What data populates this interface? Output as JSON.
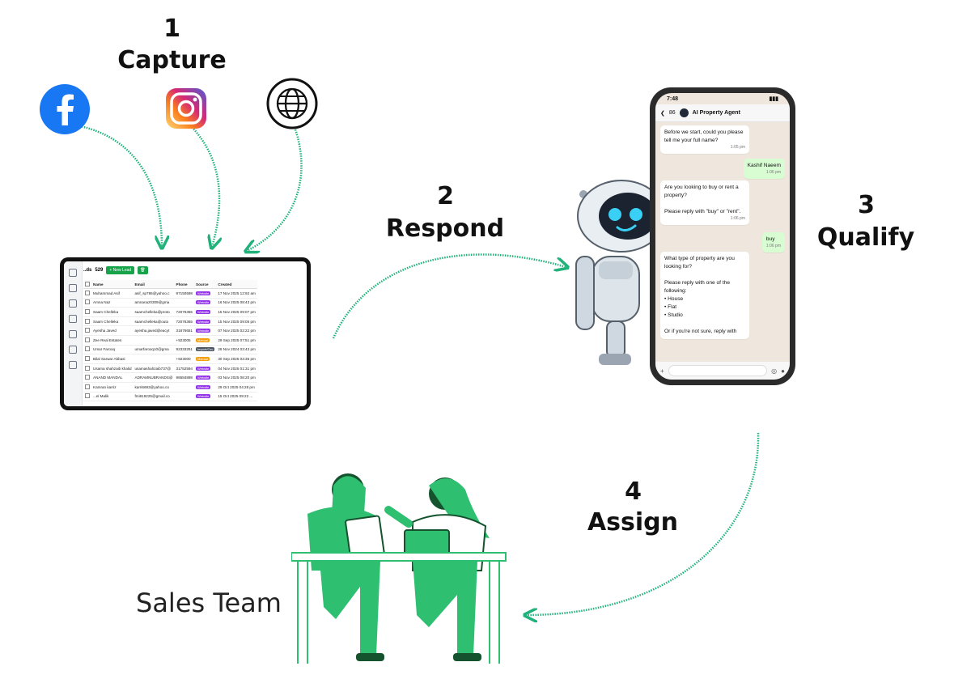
{
  "steps": [
    {
      "number": "1",
      "label": "Capture"
    },
    {
      "number": "2",
      "label": "Respond"
    },
    {
      "number": "3",
      "label": "Qualify"
    },
    {
      "number": "4",
      "label": "Assign"
    }
  ],
  "sources": [
    "facebook-icon",
    "instagram-icon",
    "globe-icon"
  ],
  "colors": {
    "arrow": "#20b27a",
    "team": "#2fbf71",
    "team_dark": "#14532d"
  },
  "crm": {
    "title": "..ds",
    "count": "529",
    "new_lead_button": "+ New Lead",
    "columns": [
      "Name",
      "Email",
      "Phone",
      "Source",
      "Created"
    ],
    "rows": [
      {
        "name": "Muhammad Asif",
        "email": "asif_sp786@yahoo.c",
        "phone": "97150598",
        "source": "Website",
        "created": "17 Nov 2025 12:92 am"
      },
      {
        "name": "Amna Naz",
        "email": "amnanaz0309@gma",
        "phone": "",
        "source": "Website",
        "created": "16 Nov 2025 08:43 pm"
      },
      {
        "name": "Saam Chelleka",
        "email": "saamchelleka@proto",
        "phone": "72076365",
        "source": "Website",
        "created": "15 Nov 2025 09:07 pm"
      },
      {
        "name": "Saam Chelleka",
        "email": "saamchelleka@outo",
        "phone": "72076365",
        "source": "Website",
        "created": "15 Nov 2025 09:05 pm"
      },
      {
        "name": "Ayesha Javed",
        "email": "ayesha.javed@eacyt",
        "phone": "31876651",
        "source": "Website",
        "created": "07 Nov 2025 02:22 pm"
      },
      {
        "name": "Zee Real Estates",
        "email": "",
        "phone": "+923005",
        "source": "Manual",
        "created": "29 Sep 2025 07:51 pm"
      },
      {
        "name": "Umar Farooq",
        "email": "umarfarooq10@gma",
        "phone": "92333251",
        "source": "Import/Csv",
        "created": "28 Nov 2024 03:43 pm"
      },
      {
        "name": "Bilal Sarwar Abbasi",
        "email": "",
        "phone": "+923000",
        "source": "Manual",
        "created": "30 Sep 2025 03:35 pm"
      },
      {
        "name": "Usama shahzaib khalid",
        "email": "usamashahzaib737@",
        "phone": "31752594",
        "source": "Website",
        "created": "04 Nov 2025 01:31 pm"
      },
      {
        "name": "ANAND MANDAL",
        "email": "ADRAMNUBRANDS@",
        "phone": "98684898",
        "source": "Website",
        "created": "03 Nov 2025 08:20 pm"
      },
      {
        "name": "Kamran karriz",
        "email": "karri6693@yahoo.co",
        "phone": "",
        "source": "Website",
        "created": "29 Oct 2025 04:28 pm"
      },
      {
        "name": "...el Malik",
        "email": "fmi919225@gmail.co",
        "phone": "",
        "source": "Website",
        "created": "15 Oct 2025 09:22 ..."
      }
    ]
  },
  "chat": {
    "time": "7:48",
    "back_count": "86",
    "contact": "AI Property Agent",
    "messages": [
      {
        "dir": "in",
        "text": "Before we start, could you please tell me your full name?",
        "time": "1:05 pm"
      },
      {
        "dir": "out",
        "text": "Kashif Naeem",
        "time": "1:06 pm"
      },
      {
        "dir": "in",
        "text": "Are you looking to buy or rent a property?\n\nPlease reply with \"buy\" or \"rent\".",
        "time": "1:06 pm"
      },
      {
        "dir": "out",
        "text": "buy",
        "time": "1:06 pm"
      },
      {
        "dir": "in",
        "text": "What type of property are you looking for?\n\nPlease reply with one of the following:\n• House\n• Flat\n• Studio\n\nOr if you're not sure, reply with",
        "time": ""
      }
    ]
  },
  "team_label": "Sales Team"
}
